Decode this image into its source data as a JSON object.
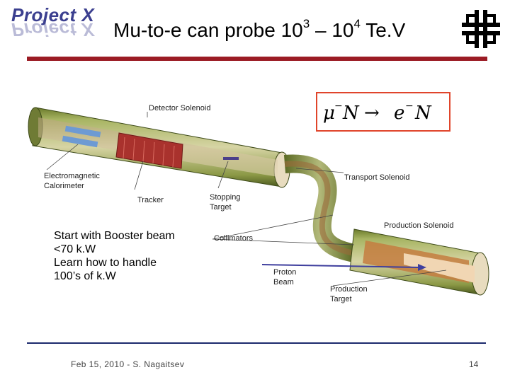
{
  "logo": {
    "text": "Project X"
  },
  "title": {
    "prefix": "Mu-to-e can probe 10",
    "exp1": "3",
    "middle": " – 10",
    "exp2": "4",
    "suffix": " Te.V"
  },
  "equation": {
    "left": "μ",
    "left_sup": "−",
    "n1": "N",
    "arrow": "→",
    "right": "e",
    "right_sup": "−",
    "n2": "N"
  },
  "diagram": {
    "detector_solenoid": "Detector Solenoid",
    "calorimeter_1": "Electromagnetic",
    "calorimeter_2": "Calorimeter",
    "tracker": "Tracker",
    "stopping_1": "Stopping",
    "stopping_2": "Target",
    "transport_solenoid": "Transport Solenoid",
    "production_solenoid": "Production Solenoid",
    "collimators": "Collimators",
    "proton_1": "Proton",
    "proton_2": "Beam",
    "production_target_1": "Production",
    "production_target_2": "Target"
  },
  "note": {
    "line1": "Start with Booster beam",
    "line2": "<70 k.W",
    "line3": "Learn how to handle",
    "line4": "100’s of k.W"
  },
  "footer": {
    "text": "Feb 15, 2010 - S. Nagaitsev",
    "page": "14"
  },
  "colors": {
    "header_bar": "#9b1b24",
    "footer_line": "#1c2a6d",
    "equation_border": "#e0452b",
    "logo": "#3b3f8f"
  }
}
